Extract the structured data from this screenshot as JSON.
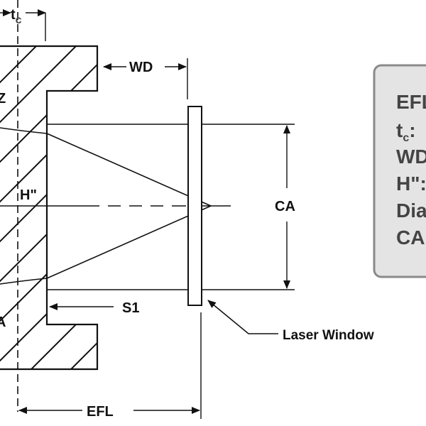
{
  "labels": {
    "tc": "t",
    "tc_sub": "c",
    "wd": "WD",
    "ca": "CA",
    "h_double_prime": "H\"",
    "s1": "S1",
    "laser_window": "Laser Window",
    "efl": "EFL",
    "cut_a": "A",
    "cut_z": "Z"
  },
  "spec_box": {
    "line1": "EFL",
    "line2_main": "t",
    "line2_sub": "c",
    "line2_rest": ":",
    "line3": "WD",
    "line4": "H\":",
    "line5": "Dia",
    "line6": "CA:"
  },
  "colors": {
    "line": "#111111",
    "spec_box_fill": "#e4e4e4",
    "spec_box_border": "#8a8a8a",
    "spec_text": "#444444"
  }
}
